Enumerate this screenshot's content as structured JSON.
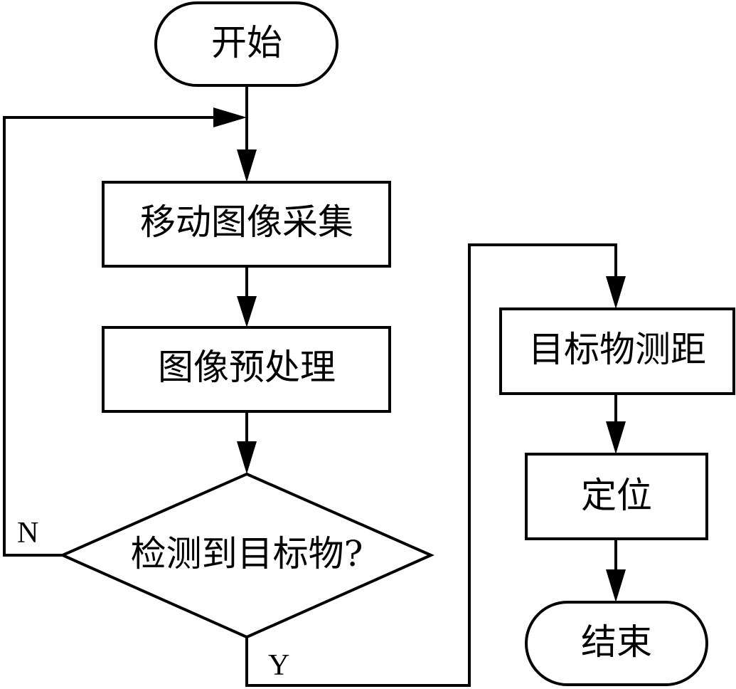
{
  "nodes": {
    "start": "开始",
    "capture": "移动图像采集",
    "preprocess": "图像预处理",
    "detect": "检测到目标物?",
    "ranging": "目标物测距",
    "locate": "定位",
    "end": "结束"
  },
  "branches": {
    "no": "N",
    "yes": "Y"
  },
  "colors": {
    "stroke": "#000000",
    "fill": "#ffffff"
  }
}
